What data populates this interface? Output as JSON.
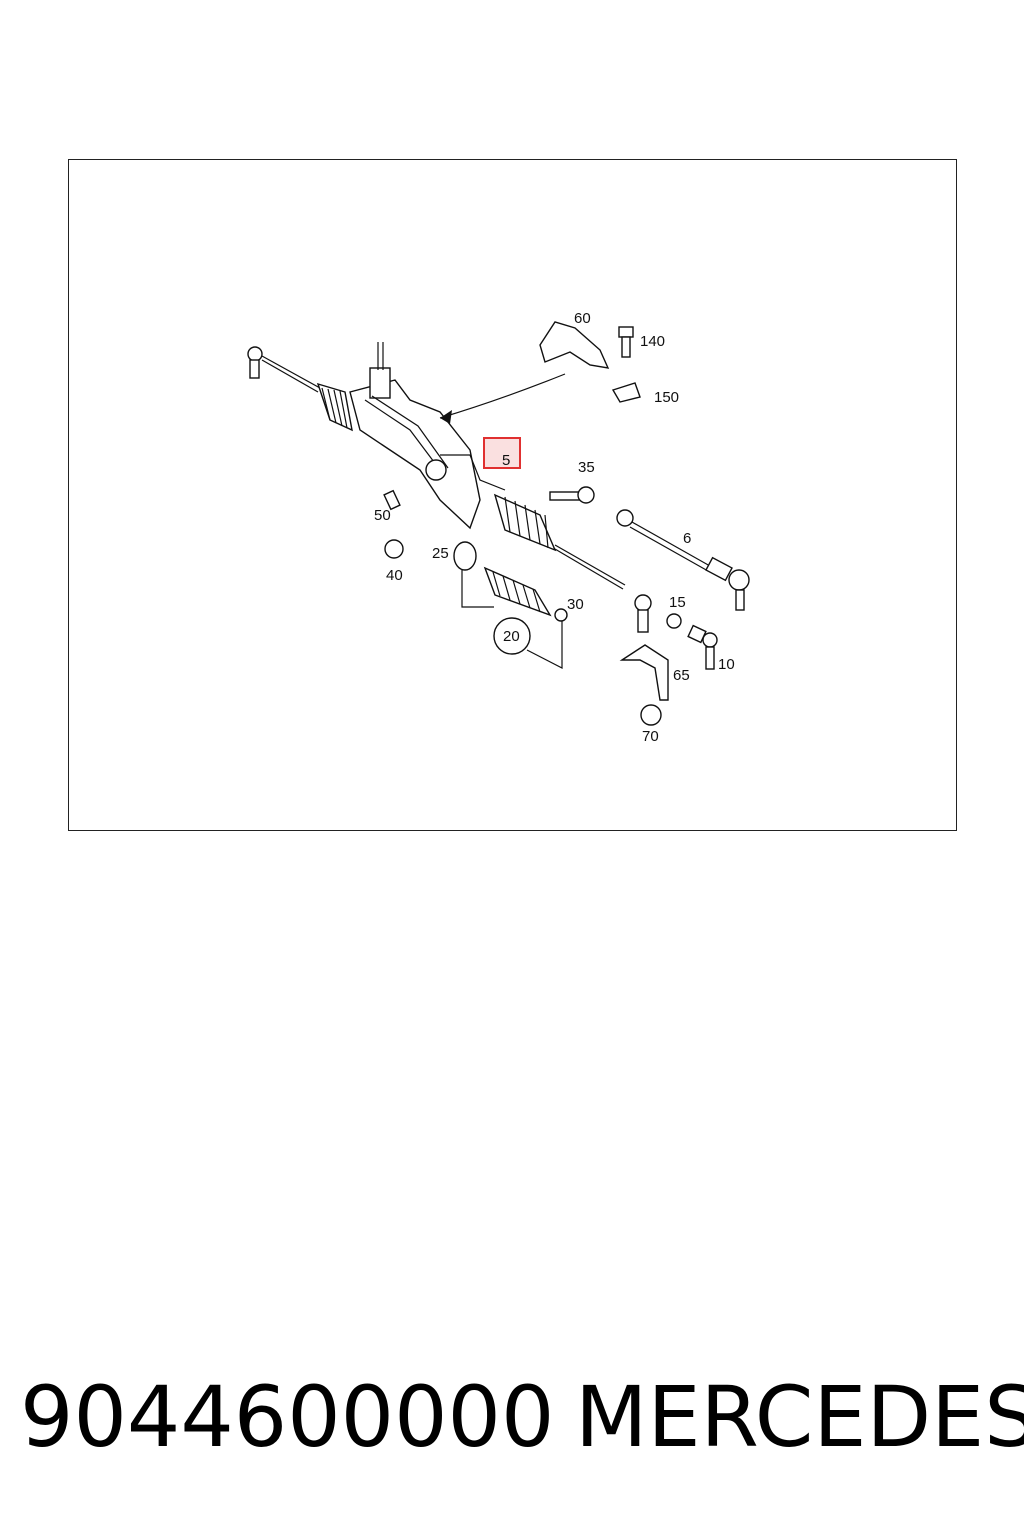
{
  "diagram": {
    "callouts": [
      {
        "id": "60",
        "text": "60"
      },
      {
        "id": "140",
        "text": "140"
      },
      {
        "id": "150",
        "text": "150"
      },
      {
        "id": "5",
        "text": "5",
        "highlighted": true
      },
      {
        "id": "35",
        "text": "35"
      },
      {
        "id": "6",
        "text": "6"
      },
      {
        "id": "50",
        "text": "50"
      },
      {
        "id": "40",
        "text": "40"
      },
      {
        "id": "25",
        "text": "25"
      },
      {
        "id": "30",
        "text": "30"
      },
      {
        "id": "20",
        "text": "20"
      },
      {
        "id": "15",
        "text": "15"
      },
      {
        "id": "10",
        "text": "10"
      },
      {
        "id": "65",
        "text": "65"
      },
      {
        "id": "70",
        "text": "70"
      }
    ],
    "highlight_color": "#e03030"
  },
  "caption": {
    "part_number": "9044600000",
    "brand": "MERCEDES"
  }
}
